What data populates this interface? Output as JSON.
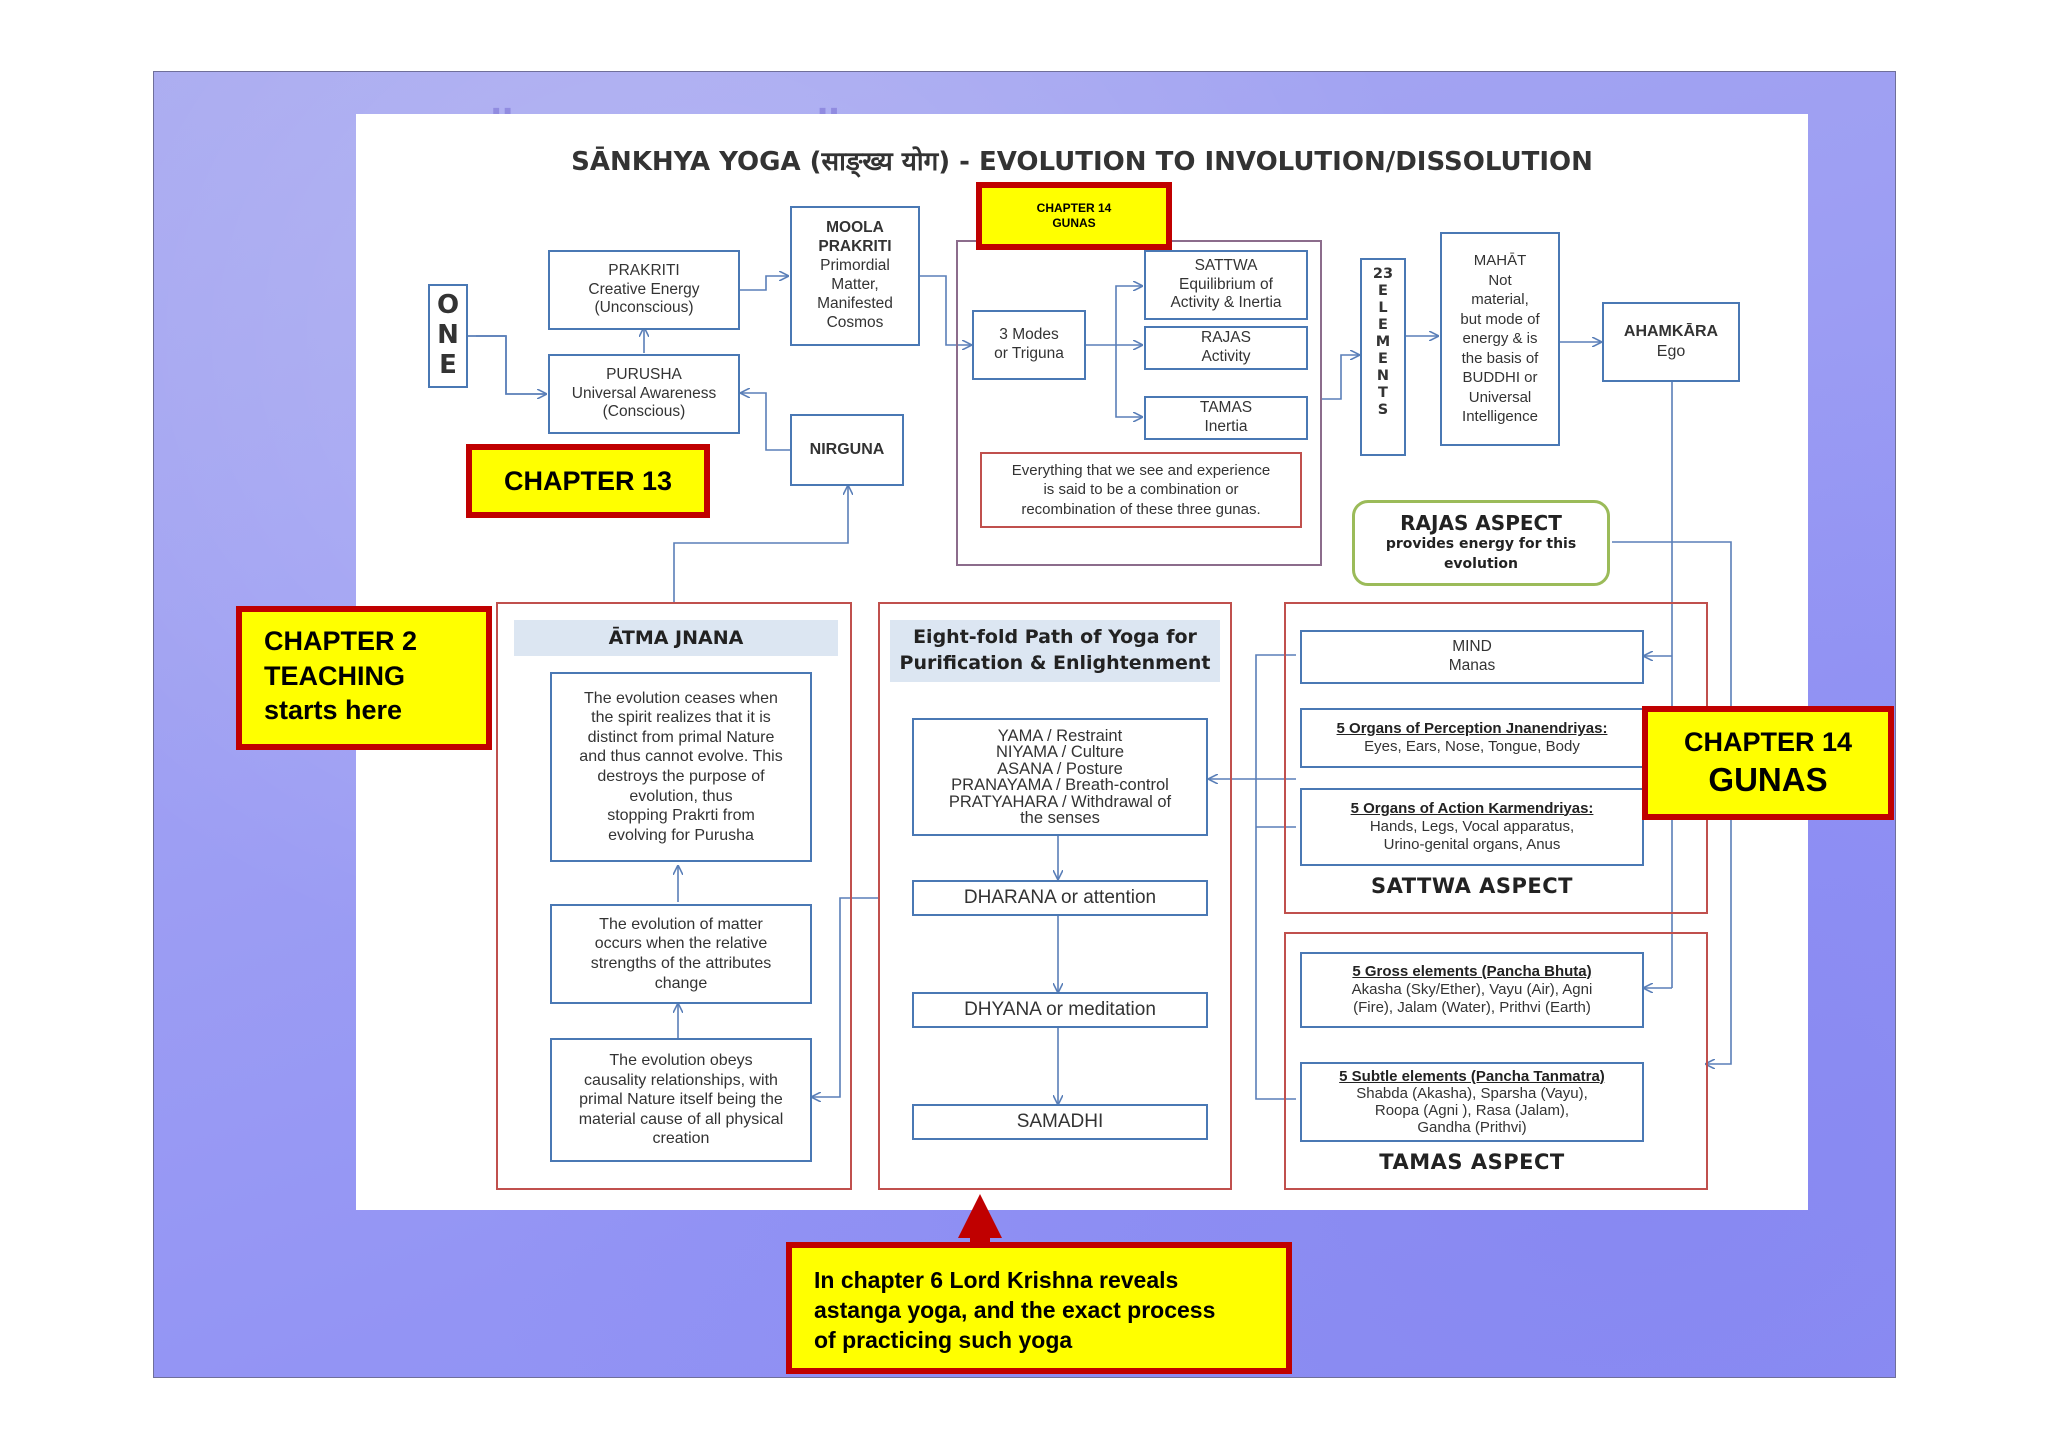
{
  "diagram": {
    "title": "SĀNKHYA YOGA (साङ्ख्य योग) - EVOLUTION TO INVOLUTION/DISSOLUTION",
    "one_letters": [
      "O",
      "N",
      "E"
    ],
    "prakriti": "PRAKRITI\nCreative Energy\n(Unconscious)",
    "purusha": "PURUSHA\nUniversal Awareness\n(Conscious)",
    "moola_prakriti": {
      "heading": "MOOLA\nPRAKRITI",
      "body": "Primordial\nMatter,\nManifested\nCosmos"
    },
    "nirguna": "NIRGUNA",
    "three_modes": "3 Modes\nor Triguna",
    "sattwa": "SATTWA\nEquilibrium of\nActivity & Inertia",
    "rajas": "RAJAS\nActivity",
    "tamas": "TAMAS\nInertia",
    "gunas_note": "Everything that we see and experience\nis said to be a combination or\nrecombination of these three gunas.",
    "elements_23": {
      "number": "23",
      "letters": [
        "E",
        "L",
        "E",
        "M",
        "E",
        "N",
        "T",
        "S"
      ]
    },
    "mahat": "MAHĀT\nNot\nmaterial,\nbut mode of\nenergy & is\nthe basis of\nBUDDHI or\nUniversal\nIntelligence",
    "ahamkara": {
      "heading": "AHAMKĀRA",
      "sub": "Ego"
    },
    "rajas_aspect": {
      "heading": "RAJAS ASPECT",
      "body": "provides energy for this\nevolution"
    },
    "atma_jnana": {
      "heading": "ĀTMA JNANA",
      "box1": "The evolution ceases when\nthe spirit realizes that it is\ndistinct from primal Nature\nand thus cannot evolve. This\ndestroys the purpose of\nevolution, thus\nstopping Prakrti from\nevolving for Purusha",
      "box2": "The evolution of matter\noccurs when the relative\nstrengths of the attributes\nchange",
      "box3": "The evolution obeys\ncausality relationships, with\nprimal Nature itself being the\nmaterial cause of all physical\ncreation"
    },
    "eightfold": {
      "heading": "Eight-fold Path of Yoga for\nPurification & Enlightenment",
      "limbs": "YAMA / Restraint\nNIYAMA / Culture\nASANA / Posture\nPRANAYAMA / Breath-control\nPRATYAHARA / Withdrawal of\nthe senses",
      "dharana": "DHARANA or attention",
      "dhyana": "DHYANA or meditation",
      "samadhi": "SAMADHI"
    },
    "sattwa_aspect": {
      "mind": "MIND\nManas",
      "perception_heading": "5 Organs of Perception Jnanendriyas:",
      "perception_body": "Eyes, Ears, Nose, Tongue, Body",
      "action_heading": "5 Organs of Action Karmendriyas:",
      "action_body": "Hands, Legs, Vocal apparatus,\nUrino-genital organs, Anus",
      "label": "SATTWA ASPECT"
    },
    "tamas_aspect": {
      "gross_heading": "5 Gross elements (Pancha Bhuta)",
      "gross_body": "Akasha (Sky/Ether), Vayu (Air), Agni\n(Fire), Jalam (Water), Prithvi (Earth)",
      "subtle_heading": "5 Subtle elements (Pancha Tanmatra)",
      "subtle_body": "Shabda (Akasha), Sparsha (Vayu),\nRoopa (Agni ), Rasa (Jalam),\nGandha (Prithvi)",
      "label": "TAMAS ASPECT"
    }
  },
  "callouts": {
    "chapter14_small": "CHAPTER 14\nGUNAS",
    "chapter13": "CHAPTER 13",
    "chapter2": "CHAPTER 2\nTEACHING\nstarts here",
    "chapter14_right_line1": "CHAPTER 14",
    "chapter14_right_line2": "GUNAS",
    "chapter6": "In chapter 6 Lord Krishna reveals\nastanga yoga, and the exact process\nof practicing such yoga"
  }
}
